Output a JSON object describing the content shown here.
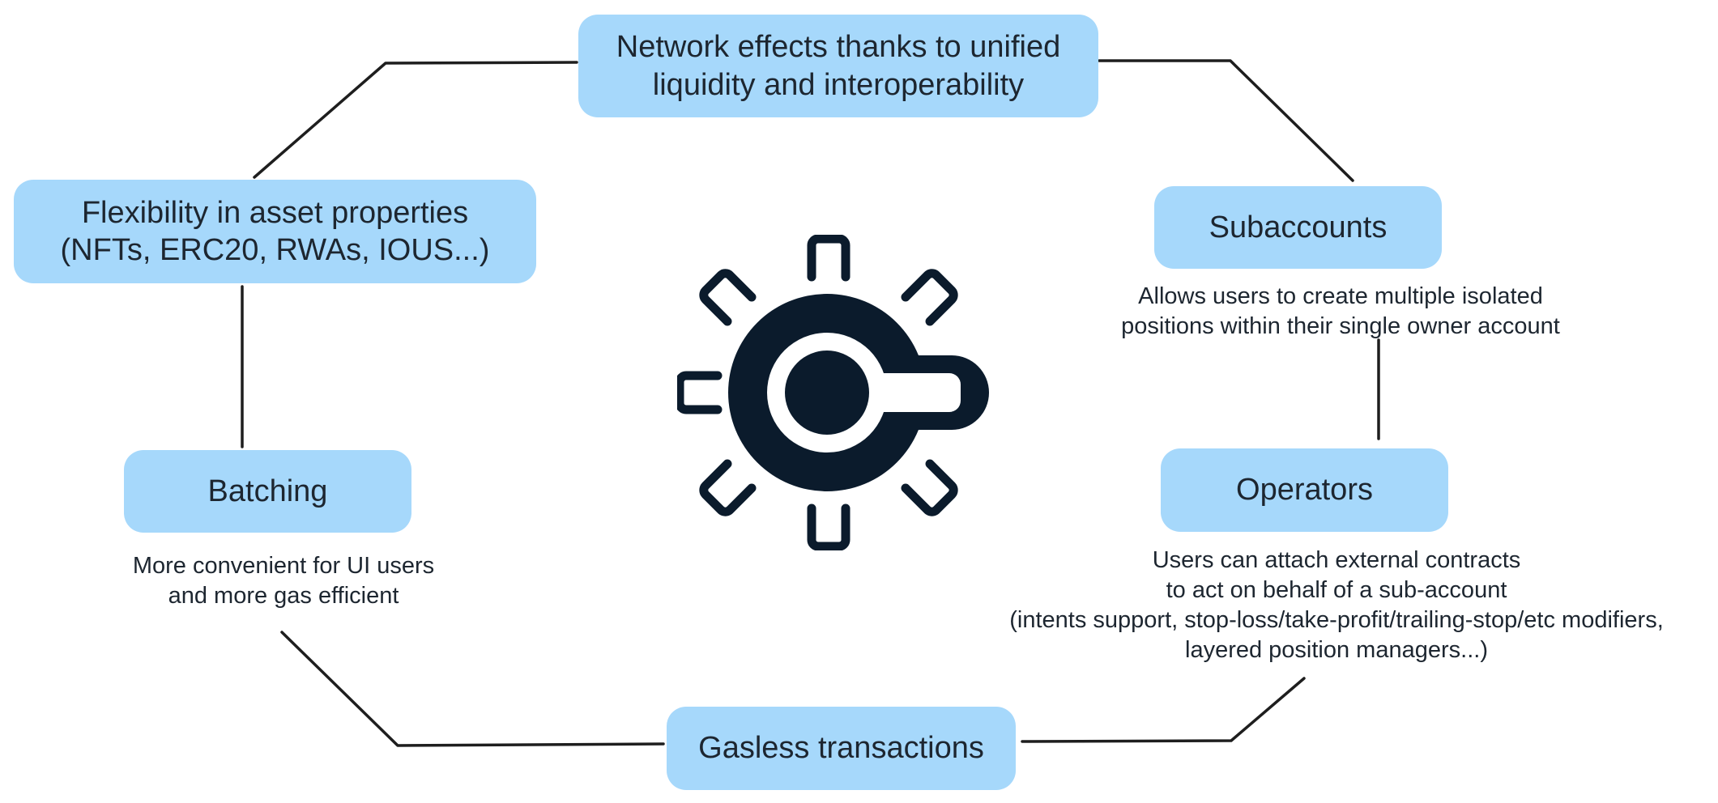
{
  "nodes": {
    "network_effects": "Network effects thanks to unified\nliquidity and interoperability",
    "flexibility": "Flexibility in asset properties\n(NFTs, ERC20, RWAs, IOUS...)",
    "subaccounts": "Subaccounts",
    "batching": "Batching",
    "operators": "Operators",
    "gasless": "Gasless transactions"
  },
  "descriptions": {
    "subaccounts": "Allows users to create multiple isolated\npositions within their single owner account",
    "batching": "More convenient for UI users\nand more gas efficient",
    "operators": "Users can attach external contracts\nto act on behalf of a sub-account\n(intents support, stop-loss/take-profit/trailing-stop/etc modifiers,\nlayered position managers...)"
  },
  "icons": {
    "center": "gear-cog-icon"
  },
  "colors": {
    "node_fill": "#a6d8fb",
    "icon": "#0b1b2c",
    "connector": "#1e1e1e"
  }
}
